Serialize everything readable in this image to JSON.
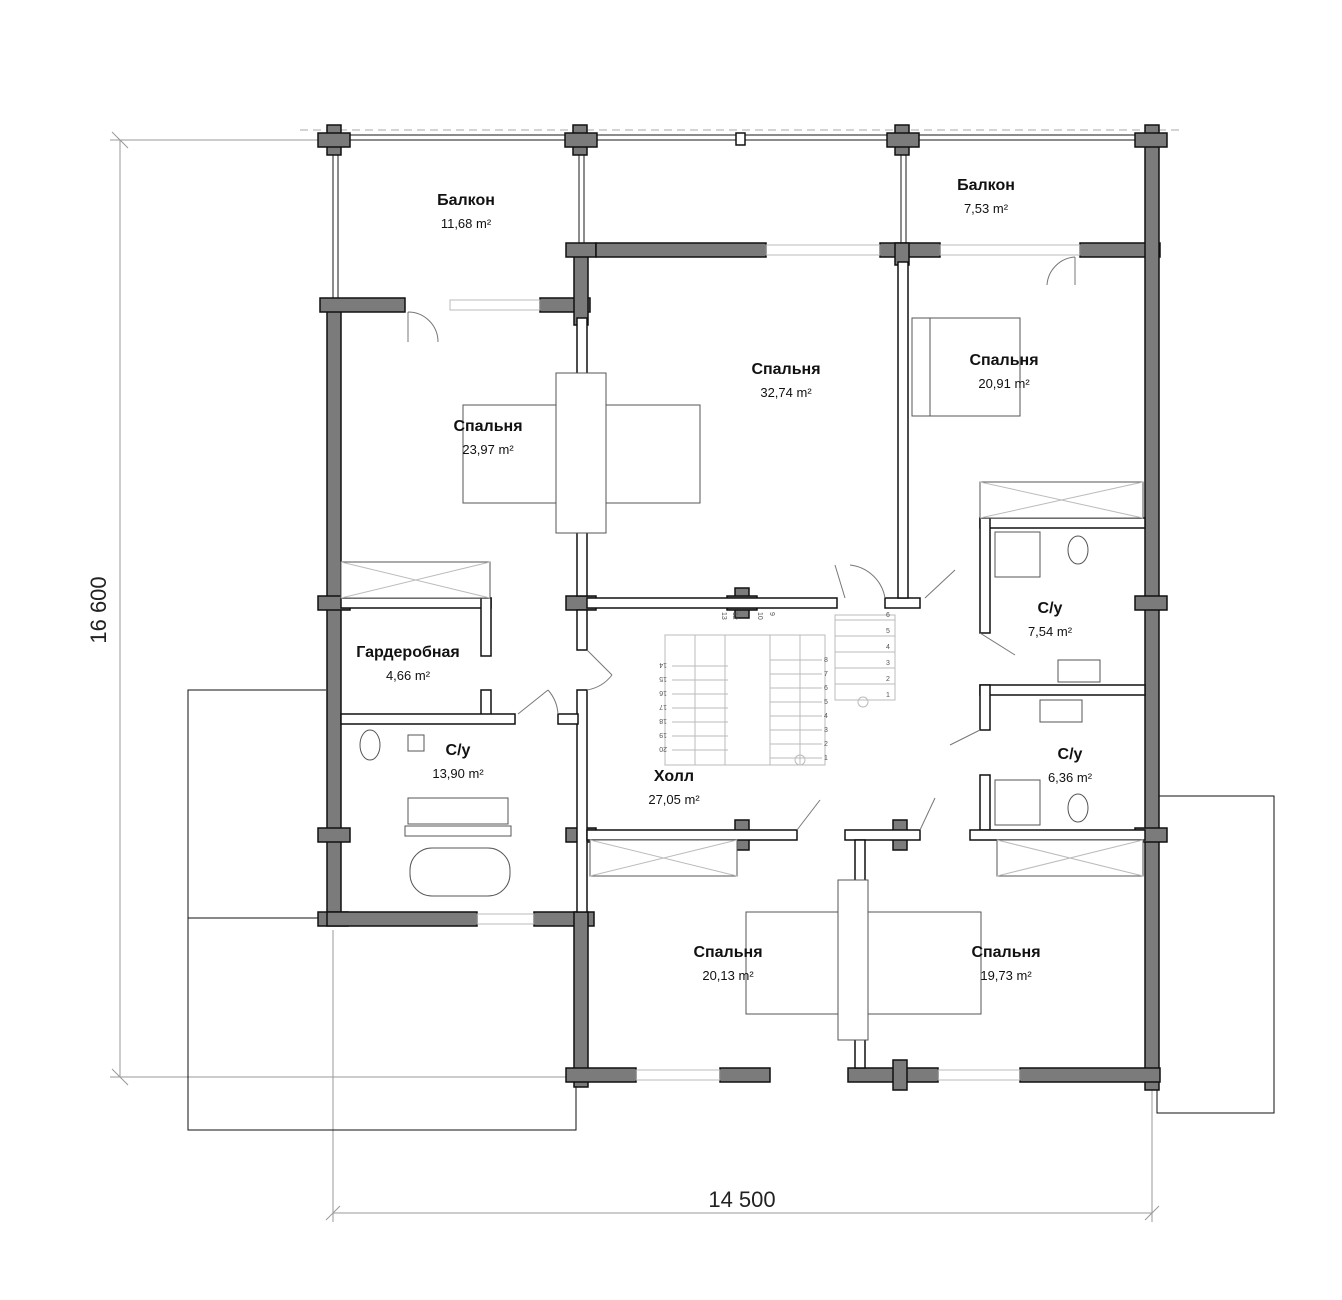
{
  "plan": {
    "dimensions": {
      "height_label": "16 600",
      "width_label": "14 500"
    },
    "rooms": [
      {
        "name": "Балкон",
        "area": "11,68 m²"
      },
      {
        "name": "Балкон",
        "area": "7,53 m²"
      },
      {
        "name": "Спальня",
        "area": "32,74 m²"
      },
      {
        "name": "Спальня",
        "area": "20,91 m²"
      },
      {
        "name": "Спальня",
        "area": "23,97 m²"
      },
      {
        "name": "Гардеробная",
        "area": "4,66 m²"
      },
      {
        "name": "С/у",
        "area": "13,90 m²"
      },
      {
        "name": "Холл",
        "area": "27,05 m²"
      },
      {
        "name": "С/у",
        "area": "7,54 m²"
      },
      {
        "name": "С/у",
        "area": "6,36 m²"
      },
      {
        "name": "Спальня",
        "area": "20,13 m²"
      },
      {
        "name": "Спальня",
        "area": "19,73 m²"
      }
    ],
    "stairs": {
      "right_flight": [
        "1",
        "2",
        "3",
        "4",
        "5",
        "6",
        "7",
        "8"
      ],
      "left_flight": [
        "14",
        "15",
        "16",
        "17",
        "18",
        "19",
        "20"
      ],
      "top_landing": [
        "13",
        "12",
        "10",
        "9"
      ],
      "side_stair": [
        "1",
        "2",
        "3",
        "4",
        "5",
        "6"
      ]
    }
  }
}
